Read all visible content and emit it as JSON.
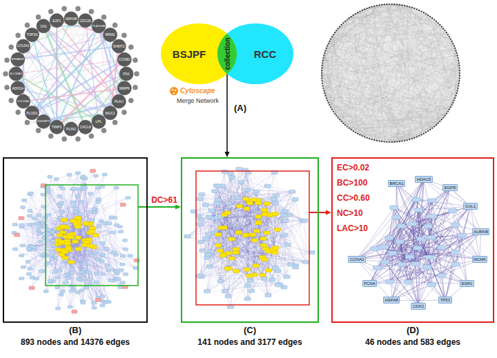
{
  "diagram": {
    "nodes": [
      {
        "text": [
          "BSJPF"
        ]
      },
      {
        "text": [
          "collection"
        ]
      },
      {
        "text": [
          "RCC"
        ]
      },
      {
        "text": [
          "(B)",
          "893 nodes and 14376 edges"
        ]
      },
      {
        "text": [
          "(C)",
          "141 nodes and 3177 edges"
        ]
      },
      {
        "text": [
          "(D)",
          "46 nodes and 583 edges"
        ]
      }
    ],
    "edges": [
      {
        "from": 1,
        "to": 4,
        "arrow": "to",
        "label": "(A)"
      },
      {
        "from": 3,
        "to": 4,
        "arrow": "to",
        "label": "DC>61"
      },
      {
        "from": 4,
        "to": 5,
        "arrow": "to"
      }
    ],
    "labels": [
      "ADH1B",
      "CDC20",
      "PLA2G4A",
      "RRM2",
      "SHMT2",
      "CCNB2",
      "FN1",
      "MMP9",
      "PLAU",
      "MUC1",
      "LPL",
      "CXCL8",
      "PLIN2",
      "TIMP1",
      "IGF2BP3",
      "PLOD1",
      "COL11A1",
      "ADH1A",
      "SLC34A1",
      "EHHADH",
      "COL5A1",
      "TOP2A",
      "CA1",
      "E2F1",
      "Cytoscape",
      "Merge Network",
      "EC>0.02",
      "BC>100",
      "CC>0.60",
      "NC>10",
      "LAC>10",
      "BRCA1",
      "HDAC5",
      "EGFR",
      "CUL1",
      "AURKB",
      "MCM6",
      "ESR1",
      "TP53",
      "CDK2",
      "HSPA8",
      "PCNA",
      "CCNA2"
    ]
  }
}
